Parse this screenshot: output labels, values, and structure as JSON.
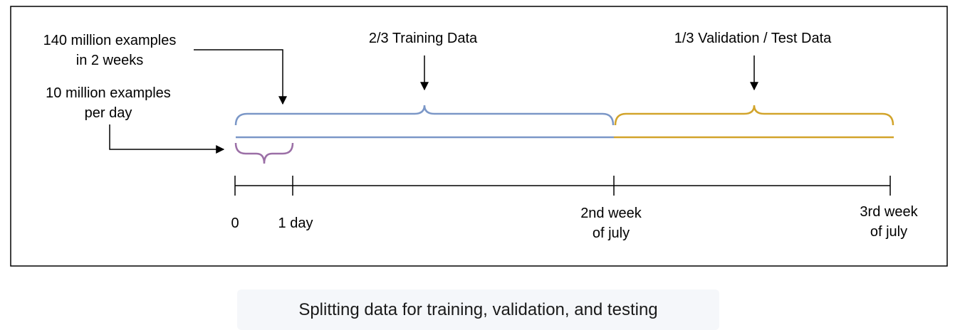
{
  "diagram": {
    "labels": {
      "examples_2_weeks": [
        "140 million examples",
        "in 2 weeks"
      ],
      "examples_per_day": [
        "10 million examples",
        "per day"
      ],
      "training": "2/3 Training Data",
      "validation_test": "1/3 Validation / Test Data"
    },
    "ticks": {
      "t0": "0",
      "t1": "1 day",
      "t2": [
        "2nd week",
        "of july"
      ],
      "t3": [
        "3rd week",
        "of july"
      ]
    },
    "colors": {
      "training": "#7b97c7",
      "validation": "#d2a42b",
      "day": "#9b6fa6",
      "frame": "#000000"
    }
  },
  "caption": "Splitting data for training, validation, and testing"
}
